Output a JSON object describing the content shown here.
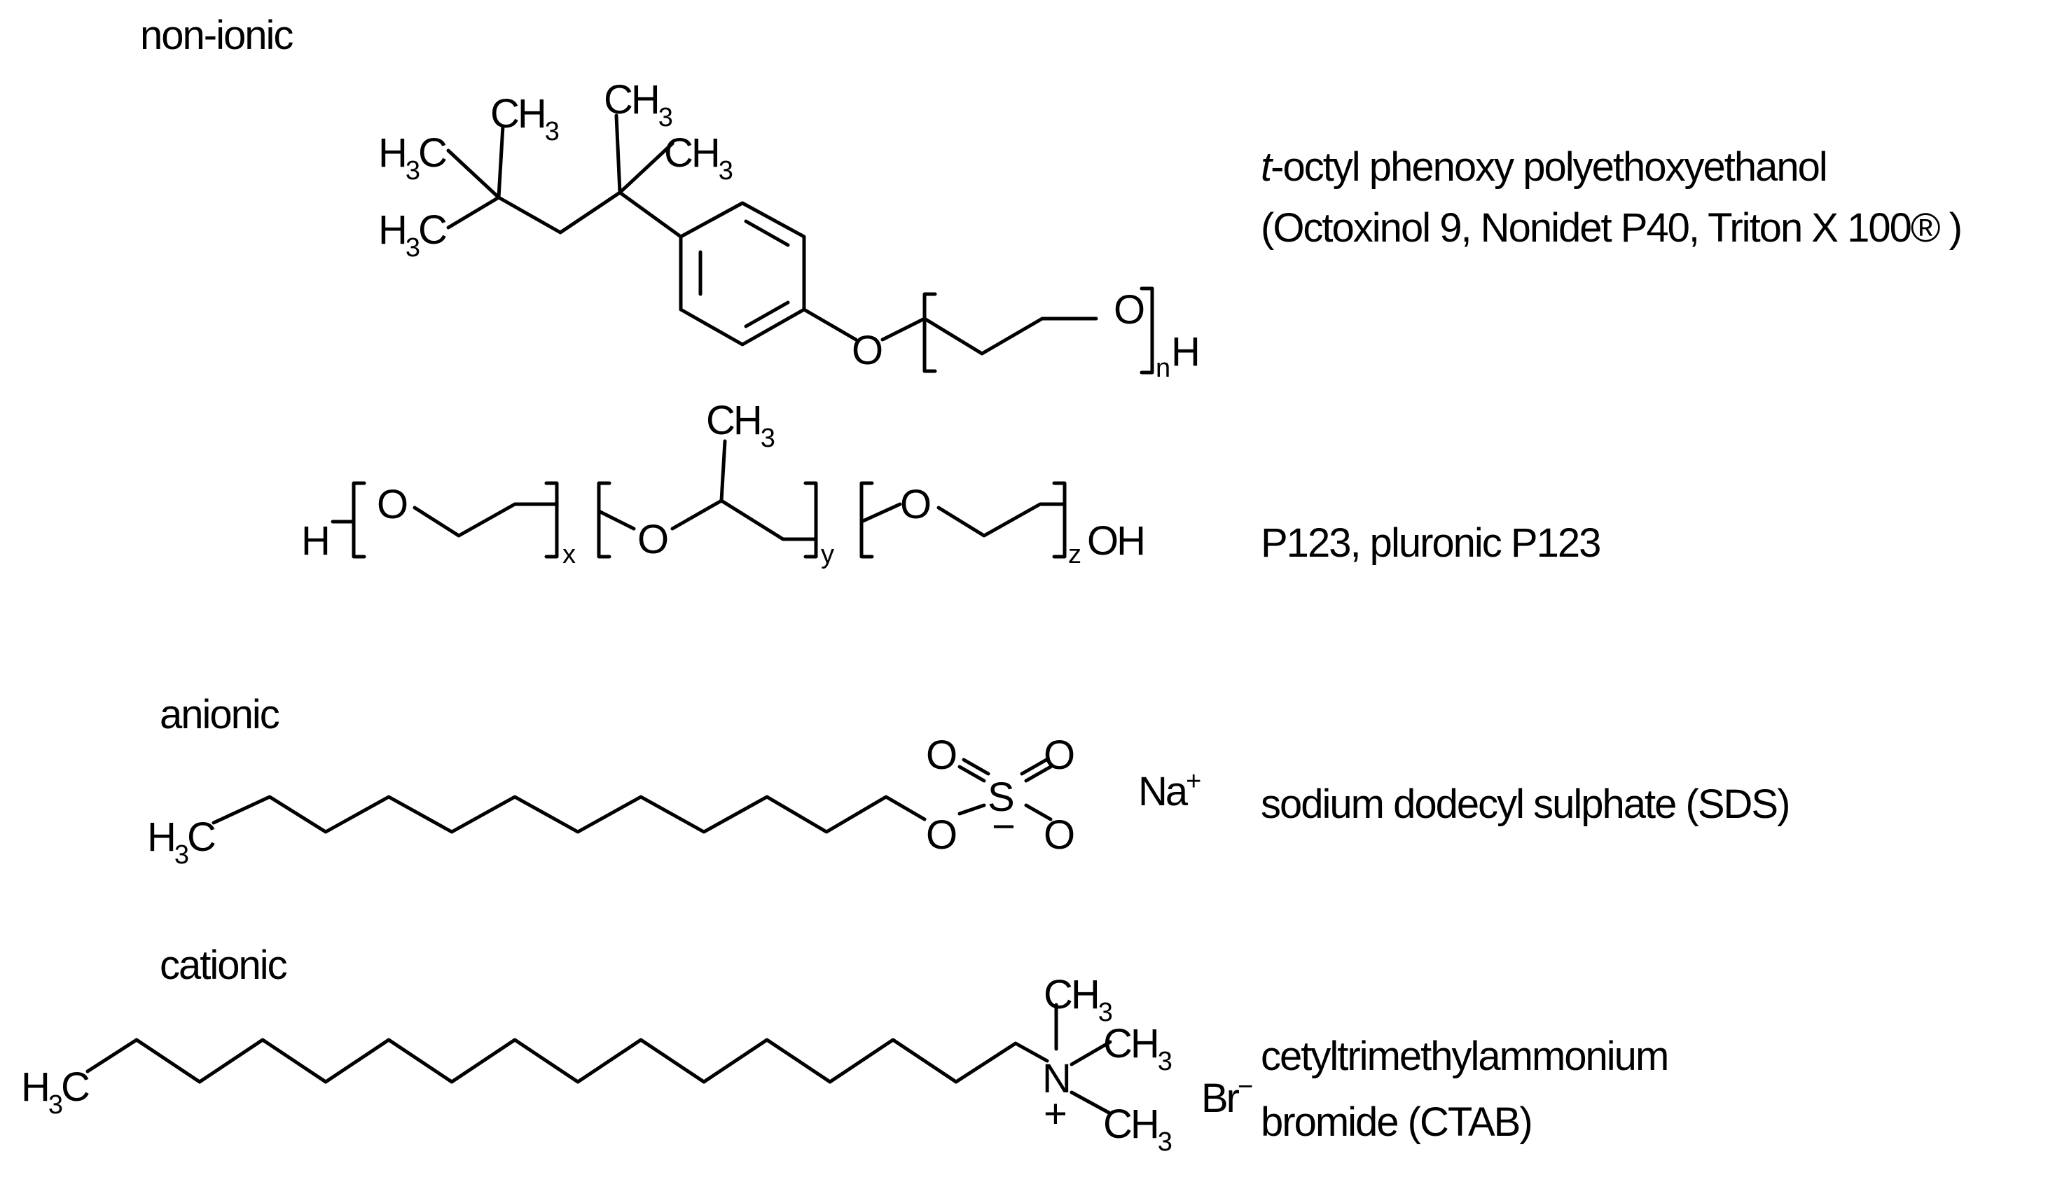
{
  "categories": {
    "nonionic": "non-ionic",
    "anionic": "anionic",
    "cationic": "cationic"
  },
  "compounds": {
    "triton": {
      "name_prefix": "t",
      "name_rest": "-octyl phenoxy polyethoxyethanol",
      "synonyms": "(Octoxinol 9, Nonidet P40, Triton X 100® )"
    },
    "p123": {
      "name": "P123, pluronic P123"
    },
    "sds": {
      "name": "sodium dodecyl sulphate (SDS)"
    },
    "ctab": {
      "name_line1": "cetyltrimethylammonium",
      "name_line2": "bromide (CTAB)"
    }
  },
  "atoms": {
    "carbon": "C",
    "hydrogen": "H",
    "oxygen": "O",
    "sulfur": "S",
    "nitrogen": "N",
    "sodium_cation": "Na",
    "bromide": "Br",
    "three": "3",
    "index_n": "n",
    "index_x": "x",
    "index_y": "y",
    "index_z": "z",
    "plus": "+",
    "minus": "−"
  }
}
